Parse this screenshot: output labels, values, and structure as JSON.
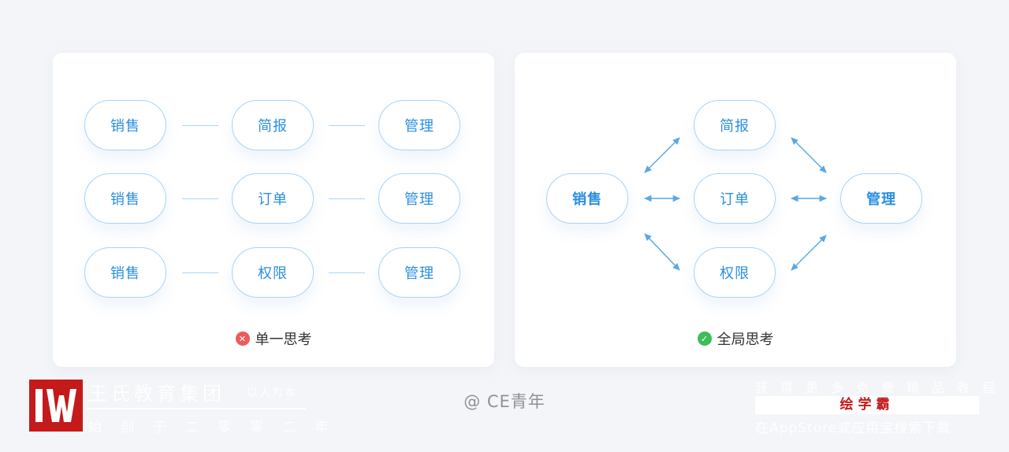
{
  "left_panel": {
    "rows": [
      [
        "销售",
        "简报",
        "管理"
      ],
      [
        "销售",
        "订单",
        "管理"
      ],
      [
        "销售",
        "权限",
        "管理"
      ]
    ],
    "caption": "单一思考",
    "caption_icon": "close-circle-icon"
  },
  "right_panel": {
    "source": "销售",
    "middle": [
      "简报",
      "订单",
      "权限"
    ],
    "target": "管理",
    "caption": "全局思考",
    "caption_icon": "check-circle-icon"
  },
  "colors": {
    "node_text": "#2a8fe0",
    "node_border": "#a9d4f5",
    "arrow": "#5aa8e6",
    "error": "#ef5a5a",
    "success": "#3ebd5a",
    "watermark_red": "#c41a1a"
  },
  "footer": {
    "brand_name": "王氏教育集团",
    "brand_slogan": "以人为本",
    "brand_sub": "始创于二零零二年",
    "center_credit": "@ CE青年",
    "right_top": "获得更多免费精品教程",
    "right_app": "绘学霸",
    "right_bottom": "在AppStore或应用宝搜索下载"
  }
}
